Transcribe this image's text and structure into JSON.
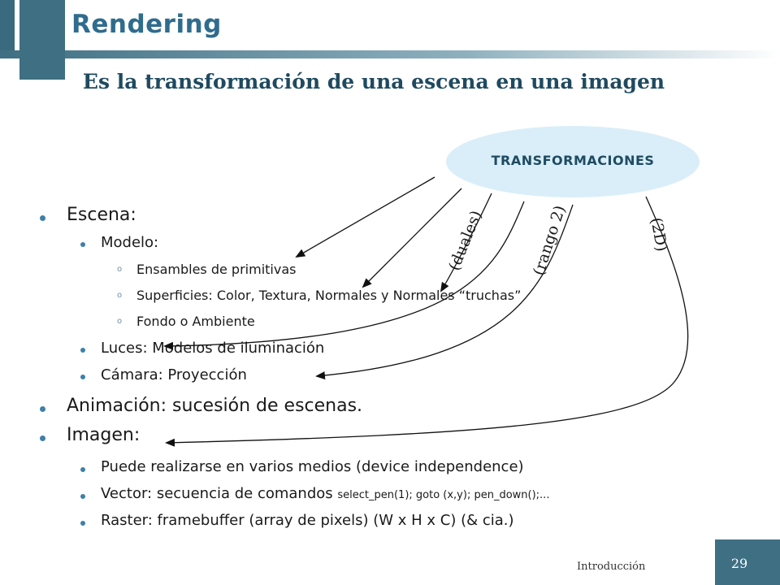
{
  "header": {
    "title": "Rendering"
  },
  "subtitle": "Es la transformación de una escena en una imagen",
  "diagram": {
    "ellipse_label": "TRANSFORMACIONES",
    "label_duales": "(duales)",
    "label_rango": "(rango 2)",
    "label_2d": "(2D)"
  },
  "bullets": {
    "escena": "Escena:",
    "modelo": "Modelo:",
    "ensambles": "Ensambles de primitivas",
    "superficies": "Superficies: Color, Textura, Normales y Normales “truchas”",
    "fondo": "Fondo o Ambiente",
    "luces": "Luces: Modelos de iluminación",
    "camara": "Cámara: Proyección",
    "animacion": "Animación: sucesión de escenas.",
    "imagen": "Imagen:",
    "medios": "Puede realizarse en varios medios (device independence)",
    "vector": "Vector: secuencia de comandos ",
    "vector_code": "select_pen(1); goto (x,y); pen_down();...",
    "raster": "Raster: framebuffer (array de pixels) (W x H x C) (& cia.)",
    "sub_bullet_glyph": "o"
  },
  "footer": {
    "section": "Introducción",
    "page": "29"
  },
  "colors": {
    "accent": "#3f6f83",
    "title": "#2f6c8d",
    "ellipse": "#d9eef8"
  }
}
